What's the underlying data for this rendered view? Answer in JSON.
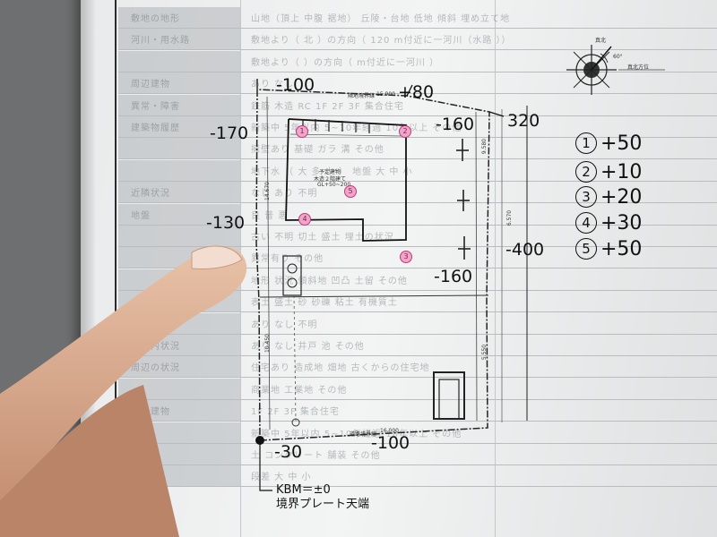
{
  "plan": {
    "edge_top_left": "-100",
    "edge_top_right": "+80",
    "corner_left_upper": "-170",
    "corner_left_lower": "-130",
    "corner_right_upper": "-160",
    "corner_right_far": "320",
    "corner_right_middle": "-400",
    "corner_right_lower": "-160",
    "edge_bottom_left": "-30",
    "edge_bottom_right": "-100",
    "building_note": "予定建物",
    "building_structure": "木造２階建て",
    "building_level": "GL+50~200",
    "boundary_label": "隣地境界線",
    "road_boundary_label": "道路境界線",
    "dim_top": "15.900",
    "dim_bottom": "16.000",
    "dim_left_upper": "14.670",
    "dim_left_lower": "10.450",
    "dim_right_upper": "9.580",
    "dim_right_middle": "6.570",
    "dim_right_lower": "5.550"
  },
  "markers": [
    {
      "num": "1"
    },
    {
      "num": "2"
    },
    {
      "num": "3"
    },
    {
      "num": "4"
    },
    {
      "num": "5"
    }
  ],
  "legend": [
    {
      "num": "1",
      "value": "+50"
    },
    {
      "num": "2",
      "value": "+10"
    },
    {
      "num": "3",
      "value": "+20"
    },
    {
      "num": "4",
      "value": "+30"
    },
    {
      "num": "5",
      "value": "+50"
    }
  ],
  "compass": {
    "north_label": "真北",
    "angle_label": "60°",
    "title": "真北方位"
  },
  "kbm": {
    "line1": "KBM＝±0",
    "line2": "境界プレート天端"
  },
  "form": {
    "rows": [
      {
        "head": "敷地の地形",
        "text": "山地（頂上 中腹 裾地） 丘陵・台地 低地 傾斜 埋め立て地"
      },
      {
        "head": "河川・用水路",
        "text": "敷地より（ 北 ）の方向（ 120 m付近に一河川（水路 ））"
      },
      {
        "head": "",
        "text": "敷地より（ ）の方向（ m付近に一河川 ）"
      },
      {
        "head": "周辺建物",
        "text": "あり なし"
      },
      {
        "head": "異常・障害",
        "text": "鉄筋 木造 RC 1F 2F 3F 集合住宅"
      },
      {
        "head": "建築物履歴",
        "text": "新築中 5年以内 5~10年経過 10年以上 その他"
      },
      {
        "head": "",
        "text": "擁壁あり 基礎 ガラ 溝 その他"
      },
      {
        "head": "",
        "text": "地下水 （ 大 多 少 ） 地盤 大 中 小"
      },
      {
        "head": "近隣状況",
        "text": "なし あり 不明"
      },
      {
        "head": "地盤",
        "text": "良 普 悪"
      },
      {
        "head": "",
        "text": "古い 不明 切土 盛土 埋土の状況"
      },
      {
        "head": "",
        "text": "異常有り その他"
      },
      {
        "head": "",
        "text": "地形 状況 傾斜地 凹凸 土留 その他"
      },
      {
        "head": "",
        "text": "表土 盛土 砂 砂礫 粘土 有機質土"
      },
      {
        "head": "",
        "text": "あり なし 不明"
      },
      {
        "head": "敷地内状況",
        "text": "あり なし 井戸 池 その他"
      },
      {
        "head": "周辺の状況",
        "text": "住宅あり 造成地 畑地 古くからの住宅地"
      },
      {
        "head": "",
        "text": "商業地 工業地 その他"
      },
      {
        "head": "近接建物",
        "text": "1F 2F 3F 集合住宅"
      },
      {
        "head": "",
        "text": "新築中 5年以内 5~10年経過 10年以上 その他"
      },
      {
        "head": "",
        "text": "土 コンクリート 舗装 その他"
      },
      {
        "head": "",
        "text": "段差 大 中 小"
      }
    ]
  }
}
